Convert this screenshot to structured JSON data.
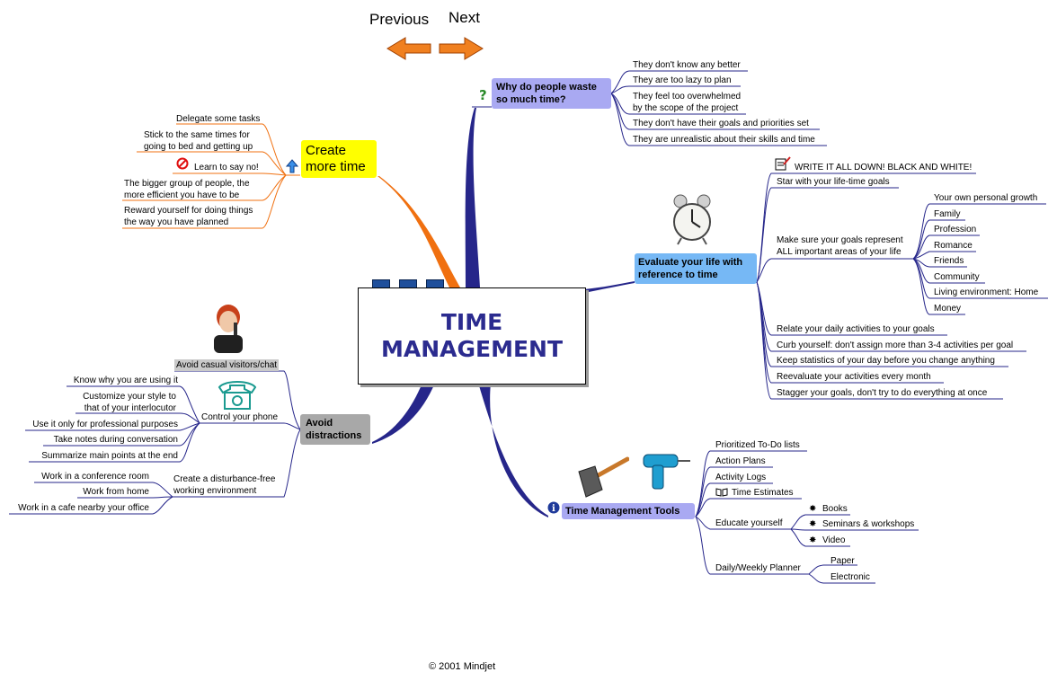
{
  "nav": {
    "previous": "Previous",
    "next": "Next"
  },
  "center": {
    "line1": "TIME",
    "line2": "MANAGEMENT"
  },
  "why": {
    "label1": "Why do people waste",
    "label2": "so much time?",
    "items": [
      "They don't know any better",
      "They are too lazy to plan",
      "They feel too overwhelmed",
      "by the scope of the project",
      "They don't have their goals and priorities set",
      "They are unrealistic about their skills and time"
    ]
  },
  "create": {
    "label1": "Create",
    "label2": "more time",
    "items": [
      "Delegate some tasks",
      "Stick to the same times for",
      "going to bed and getting up",
      "Learn to say no!",
      "The bigger group of people, the",
      "more efficient you have to be",
      "Reward yourself for doing things",
      "the way you have planned"
    ]
  },
  "evaluate": {
    "label1": "Evaluate your life with",
    "label2": "reference to time",
    "items": [
      "WRITE IT ALL DOWN! BLACK AND WHITE!",
      "Star with your life-time goals",
      "Make sure your goals represent",
      "ALL important areas of your life",
      "Relate your daily activities to your goals",
      "Curb yourself: don't assign more than 3-4 activities per goal",
      "Keep statistics of your day before you change anything",
      "Reevaluate your activities every month",
      "Stagger your goals, don't try to do everything at once"
    ],
    "areas": [
      "Your own personal growth",
      "Family",
      "Profession",
      "Romance",
      "Friends",
      "Community",
      "Living environment: Home",
      "Money"
    ]
  },
  "avoid": {
    "label1": "Avoid",
    "label2": "distractions",
    "visitors": "Avoid casual visitors/chat",
    "phone": "Control your phone",
    "phone_items": [
      "Know why you are using it",
      "Customize your style to",
      "that of your interlocutor",
      "Use it only for professional purposes",
      "Take notes during conversation",
      "Summarize main points at the end"
    ],
    "env1": "Create a disturbance-free",
    "env2": "working environment",
    "env_items": [
      "Work in a conference room",
      "Work from home",
      "Work in a cafe nearby your office"
    ]
  },
  "tools": {
    "label": "Time Management Tools",
    "items": [
      "Prioritized To-Do lists",
      "Action Plans",
      "Activity Logs",
      "Time Estimates",
      "Educate yourself",
      "Daily/Weekly Planner"
    ],
    "educate": [
      "Books",
      "Seminars & workshops",
      "Video"
    ],
    "planner": [
      "Paper",
      "Electronic"
    ]
  },
  "footer": {
    "copyright": "© 2001 Mindjet"
  },
  "colors": {
    "why_topic": "#a9a9f2",
    "create_topic": "#ffff00",
    "evaluate_topic": "#76b8f5",
    "avoid_topic": "#a8a8a8",
    "tools_topic": "#a9a9f2",
    "create_branch": "#f07010",
    "other_branch": "#26268a",
    "center_text": "#2b2b8f",
    "nav_arrow": "#f08020"
  }
}
